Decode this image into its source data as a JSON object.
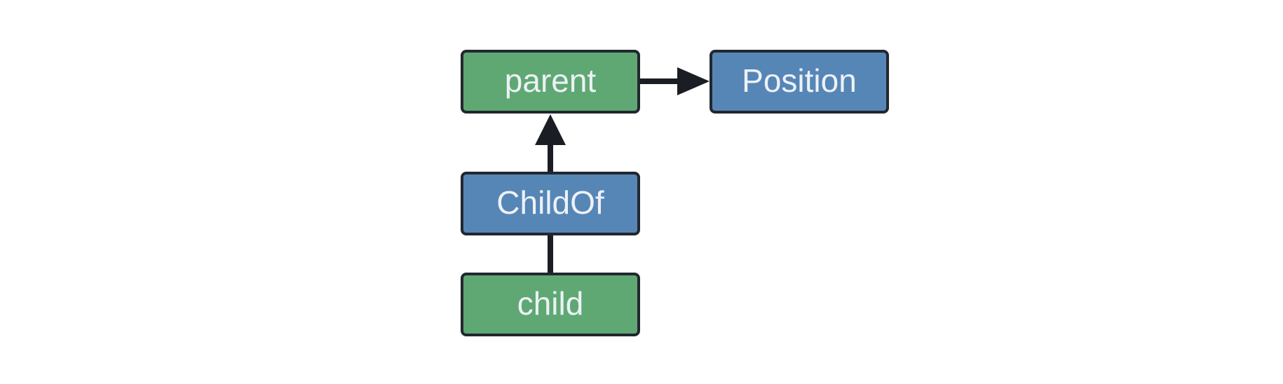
{
  "diagram": {
    "nodes": {
      "parent": {
        "label": "parent",
        "kind": "entity"
      },
      "position": {
        "label": "Position",
        "kind": "component"
      },
      "childof": {
        "label": "ChildOf",
        "kind": "relationship"
      },
      "child": {
        "label": "child",
        "kind": "entity"
      }
    },
    "edges": [
      {
        "from": "parent",
        "to": "Position",
        "style": "arrow"
      },
      {
        "from": "ChildOf",
        "to": "parent",
        "style": "arrow"
      },
      {
        "from": "child",
        "to": "ChildOf",
        "style": "line"
      }
    ],
    "colors": {
      "entity_fill": "#5FA873",
      "component_fill": "#5686B6",
      "node_border": "#22272F",
      "connector": "#1A1D23",
      "label_text": "#EDF1F6",
      "background": "#FFFFFF"
    }
  }
}
